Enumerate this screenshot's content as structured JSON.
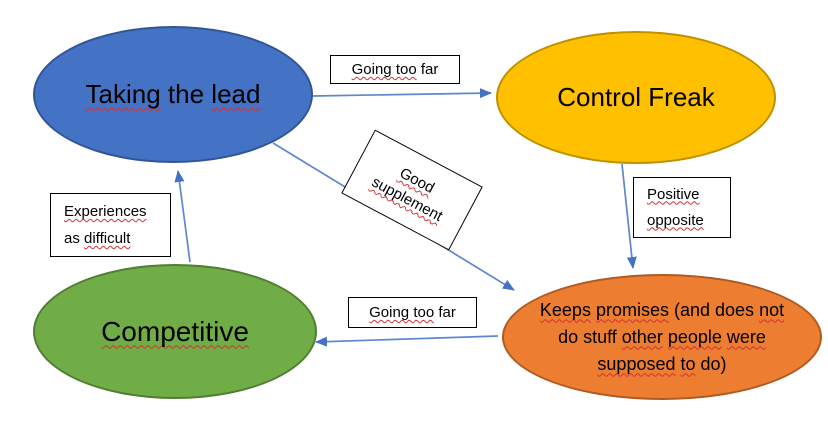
{
  "colors": {
    "node_blue_fill": "#4472C4",
    "node_blue_border": "#2F5597",
    "node_gold_fill": "#FFC000",
    "node_gold_border": "#BF9000",
    "node_green_fill": "#70AD47",
    "node_green_border": "#507E32",
    "node_orange_fill": "#ED7D31",
    "node_orange_border": "#AE5A21",
    "arrow_line": "#5E87CE",
    "arrow_head": "#4472C4",
    "squiggle": "#D13232",
    "label_background": "#FFFFFF",
    "label_border": "#000000"
  },
  "nodes": {
    "taking_the_lead": {
      "text": "Taking the lead",
      "fill": "#4472C4",
      "border": "#2F5597",
      "segments": [
        {
          "t": "Taking",
          "sq": true
        },
        {
          "t": " the "
        },
        {
          "t": "lead",
          "sq": true
        }
      ]
    },
    "control_freak": {
      "text": "Control Freak",
      "fill": "#FFC000",
      "border": "#BF9000",
      "segments": [
        {
          "t": "Control Freak"
        }
      ]
    },
    "competitive": {
      "text": "Competitive",
      "fill": "#70AD47",
      "border": "#507E32",
      "segments": [
        {
          "t": "Competitive",
          "sq": true
        }
      ]
    },
    "keeps_promises": {
      "text": "Keeps promises (and does not do stuff other people were supposed to do)",
      "fill": "#ED7D31",
      "border": "#AE5A21",
      "segments": [
        {
          "t": "Keeps",
          "sq": true
        },
        {
          "t": " "
        },
        {
          "t": "promises",
          "sq": true
        },
        {
          "t": " (and does "
        },
        {
          "t": "not",
          "sq": true
        },
        {
          "br": true
        },
        {
          "t": "do stuff "
        },
        {
          "t": "other",
          "sq": true
        },
        {
          "t": " "
        },
        {
          "t": "people",
          "sq": true
        },
        {
          "t": " "
        },
        {
          "t": "were",
          "sq": true
        },
        {
          "br": true
        },
        {
          "t": "supposed",
          "sq": true
        },
        {
          "t": " "
        },
        {
          "t": "to",
          "sq": true
        },
        {
          "t": " do)"
        }
      ]
    }
  },
  "labels": {
    "going_too_far_top": {
      "text": "Going too far",
      "segments": [
        {
          "t": "Going too",
          "sq": true
        },
        {
          "t": " far"
        }
      ]
    },
    "good_supplement": {
      "text": "Good supplement",
      "segments": [
        {
          "t": "Good",
          "sq": true
        },
        {
          "br": true
        },
        {
          "t": "supplement",
          "sq": true
        }
      ]
    },
    "positive_opposite": {
      "text": "Positive opposite",
      "segments": [
        {
          "t": "Positive",
          "sq": true
        },
        {
          "br": true
        },
        {
          "t": "opposite",
          "sq": true
        }
      ]
    },
    "experiences_as_difficult": {
      "text": "Experiences as difficult",
      "segments": [
        {
          "t": "Experiences",
          "sq": true
        },
        {
          "br": true
        },
        {
          "t": "as "
        },
        {
          "t": "difficult",
          "sq": true
        }
      ]
    },
    "going_too_far_bottom": {
      "text": "Going too far",
      "segments": [
        {
          "t": "Going too",
          "sq": true
        },
        {
          "t": " far"
        }
      ]
    }
  },
  "arrows": [
    {
      "name": "taking-the-lead-to-control-freak",
      "from": "Taking the lead",
      "to": "Control Freak",
      "label": "Going too far"
    },
    {
      "name": "control-freak-to-keeps-promises",
      "from": "Control Freak",
      "to": "Keeps promises (and does not do stuff other people were supposed to do)",
      "label": "Positive opposite"
    },
    {
      "name": "taking-the-lead-to-keeps-promises",
      "from": "Taking the lead",
      "to": "Keeps promises (and does not do stuff other people were supposed to do)",
      "label": "Good supplement"
    },
    {
      "name": "keeps-promises-to-competitive",
      "from": "Keeps promises (and does not do stuff other people were supposed to do)",
      "to": "Competitive",
      "label": "Going too far"
    },
    {
      "name": "competitive-to-taking-the-lead",
      "from": "Competitive",
      "to": "Taking the lead",
      "label": "Experiences as difficult"
    }
  ]
}
